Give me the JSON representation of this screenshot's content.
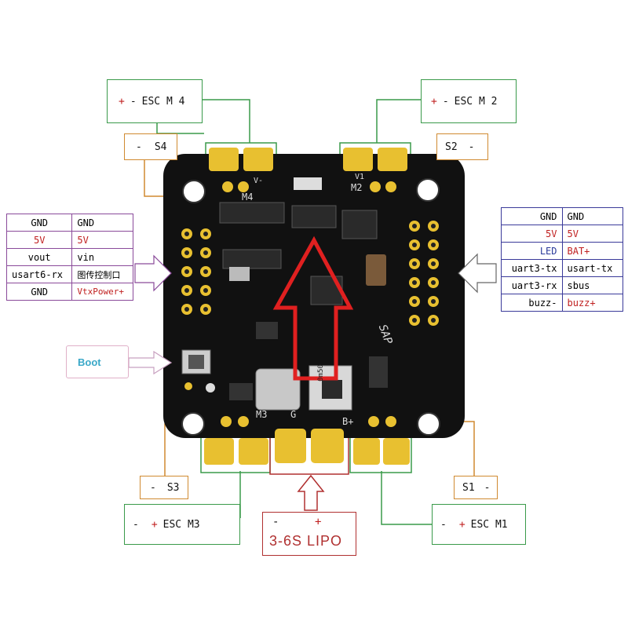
{
  "esc_m4": {
    "plus": "+",
    "minus": "-",
    "text": "ESC M 4"
  },
  "esc_m2": {
    "plus": "+",
    "minus": "-",
    "text": "ESC M 2"
  },
  "esc_m3": {
    "minus": "-",
    "plus": "+",
    "text": "ESC M3"
  },
  "esc_m1": {
    "minus": "-",
    "plus": "+",
    "text": "ESC M1"
  },
  "s4": {
    "minus": "-",
    "text": "S4"
  },
  "s2": {
    "text": "S2",
    "minus": "-"
  },
  "s3": {
    "minus": "-",
    "text": "S3"
  },
  "s1": {
    "text": "S1",
    "minus": "-"
  },
  "left_header": [
    {
      "a": "GND",
      "b": "GND"
    },
    {
      "a": "5V",
      "b": "5V"
    },
    {
      "a": "vout",
      "b": "vin"
    },
    {
      "a": "usart6-rx",
      "b": "图传控制口"
    },
    {
      "a": "GND",
      "b": "VtxPower+"
    }
  ],
  "right_header": [
    {
      "a": "GND",
      "b": "GND"
    },
    {
      "a": "5V",
      "b": "5V"
    },
    {
      "a": "LED",
      "b": "BAT+"
    },
    {
      "a": "uart3-tx",
      "b": "usart-tx"
    },
    {
      "a": "uart3-rx",
      "b": "sbus"
    },
    {
      "a": "buzz-",
      "b": "buzz+"
    }
  ],
  "boot": {
    "text": "Boot"
  },
  "lipo": {
    "minus": "-",
    "plus": "+",
    "text": "3-6S LIPO"
  },
  "pcb_marks": {
    "m4": "M4",
    "m2": "M2",
    "v1": "V1",
    "v4": "V-",
    "m3_mark": "M3",
    "g_mark": "G",
    "b_mark": "B+",
    "shunt": "0m50",
    "brand": "SAP"
  },
  "colors": {
    "green": "#3a9a4a",
    "orange": "#d08a30",
    "purple": "#8a4a9a",
    "navy": "#3a3a9a",
    "red_arrow": "#e02020",
    "pad": "#e8c030",
    "boot": "#3aa8c8",
    "lipo_border": "#b03030"
  }
}
